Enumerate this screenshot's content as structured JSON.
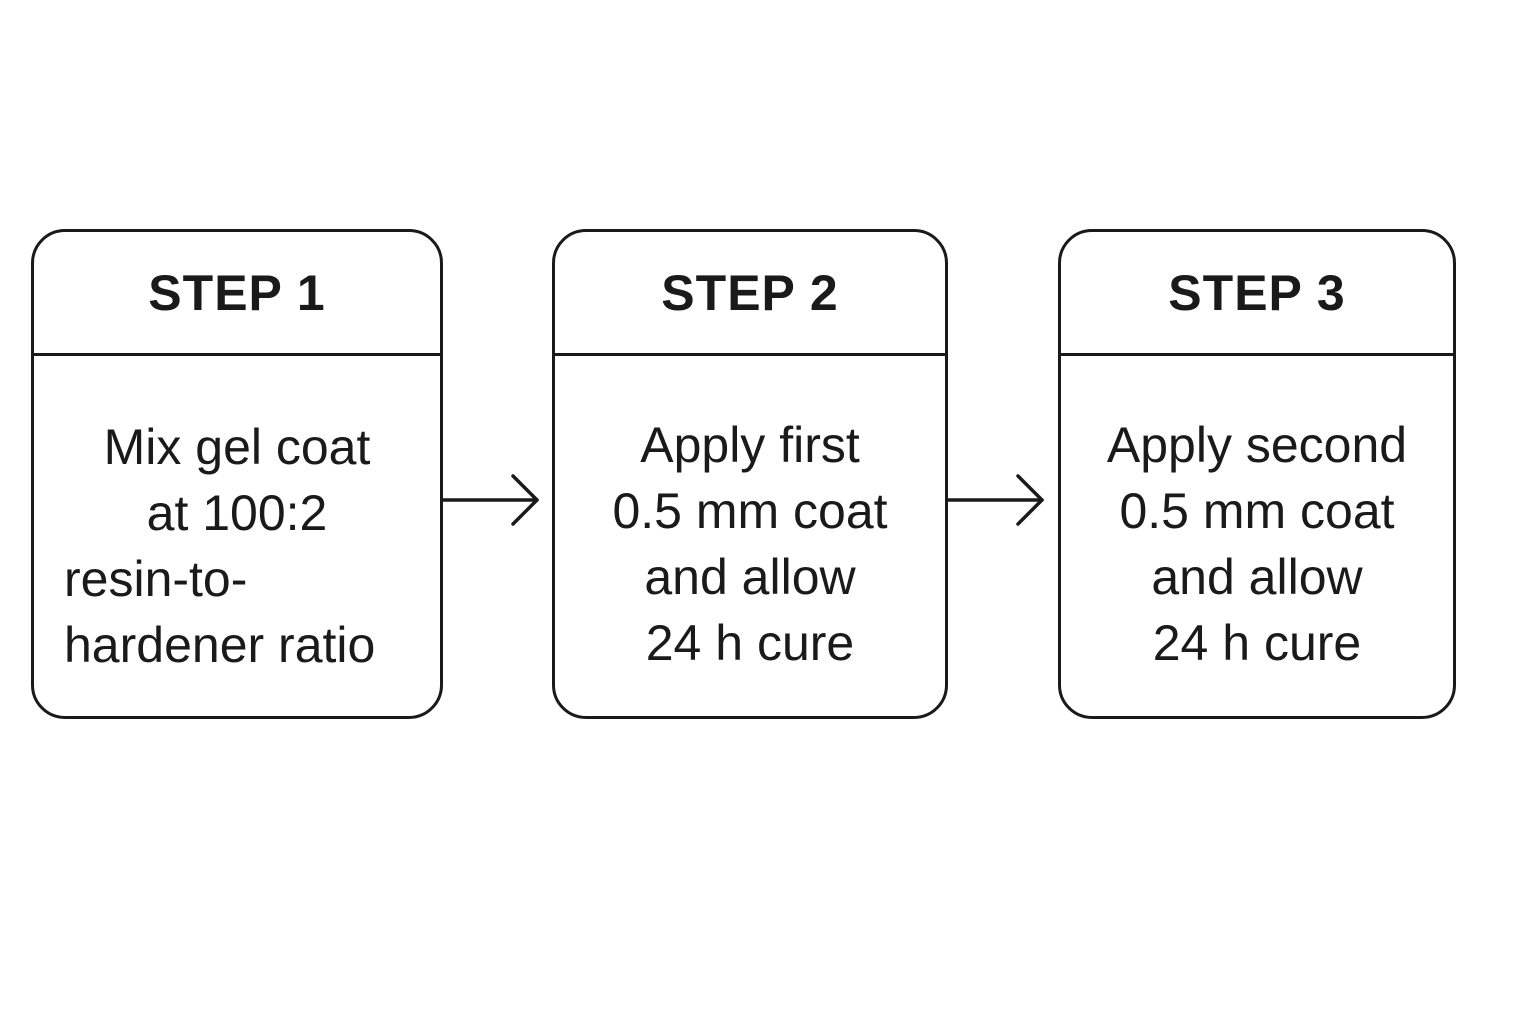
{
  "steps": [
    {
      "title": "STEP 1",
      "lines": [
        "Mix gel coat",
        "at 100:2",
        "resin-to-",
        "hardener ratio"
      ]
    },
    {
      "title": "STEP 2",
      "lines": [
        "Apply first",
        "0.5 mm coat",
        "and allow",
        "24 h cure"
      ]
    },
    {
      "title": "STEP 3",
      "lines": [
        "Apply second",
        "0.5 mm coat",
        "and allow",
        "24 h cure"
      ]
    }
  ],
  "colors": {
    "stroke": "#1a1a1a",
    "background": "#ffffff"
  },
  "icons": {
    "connector": "arrow-right-icon"
  }
}
